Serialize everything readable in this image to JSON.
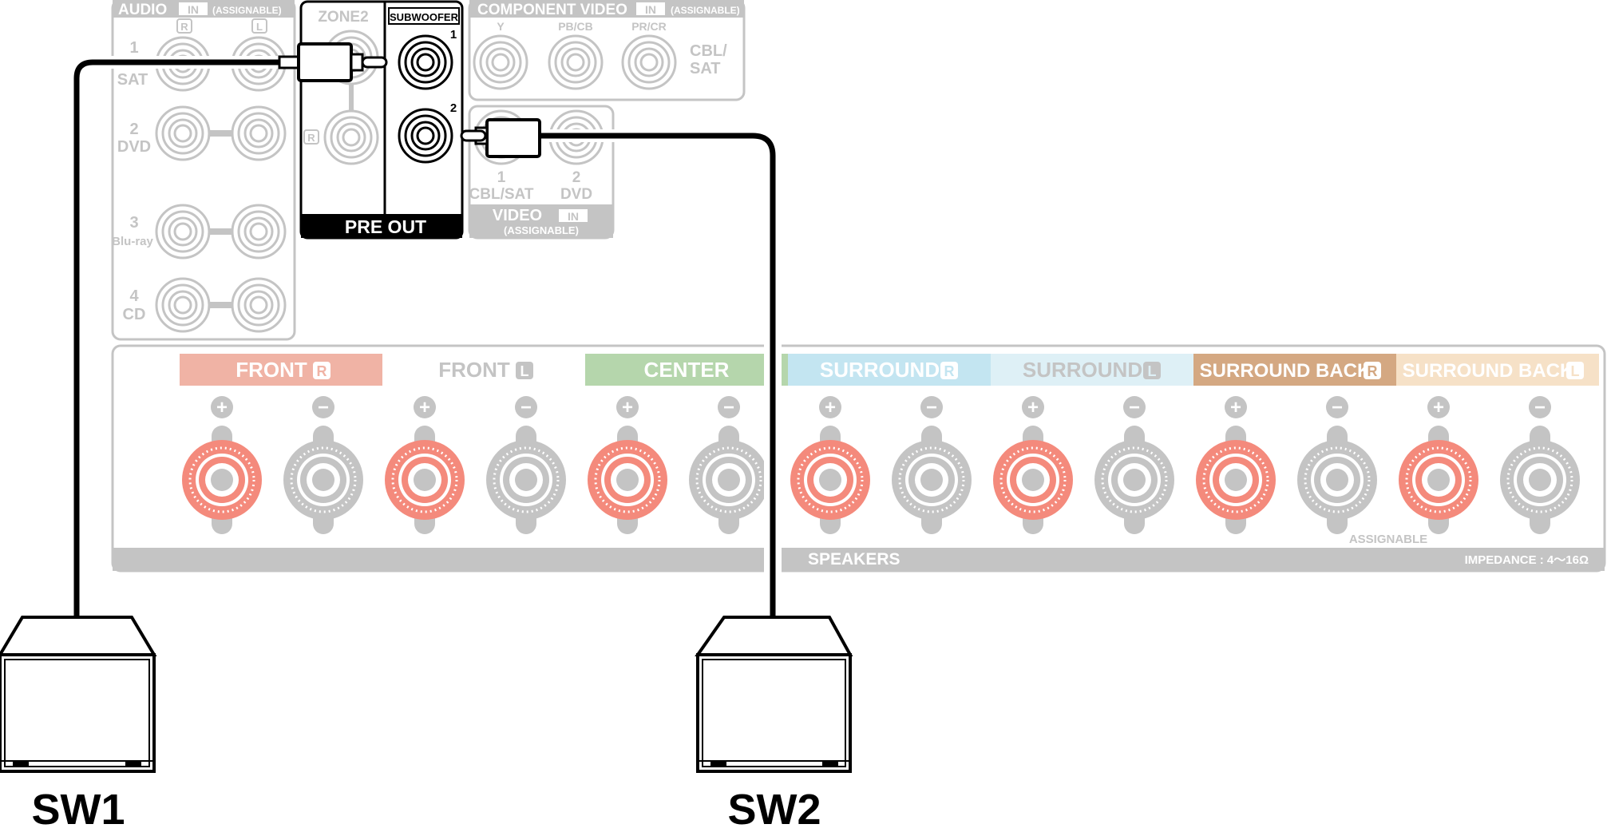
{
  "audio_in": {
    "title": "AUDIO",
    "in_badge": "IN",
    "assignable": "(ASSIGNABLE)",
    "col_r": "R",
    "col_l": "L",
    "rows": [
      {
        "num": "1",
        "name": "SAT"
      },
      {
        "num": "2",
        "name": "DVD"
      },
      {
        "num": "3",
        "name": "Blu-ray"
      },
      {
        "num": "4",
        "name": "CD"
      }
    ]
  },
  "pre_out": {
    "zone2": "ZONE2",
    "zone2_r": "R",
    "subwoofer": "SUBWOOFER",
    "sub_1": "1",
    "sub_2": "2",
    "title": "PRE OUT"
  },
  "component_video": {
    "title": "COMPONENT VIDEO",
    "in_badge": "IN",
    "assignable": "(ASSIGNABLE)",
    "y": "Y",
    "pb": "PB/CB",
    "pr": "PR/CR",
    "source_line1": "CBL/",
    "source_line2": "SAT"
  },
  "video_in": {
    "title": "VIDEO",
    "in_badge": "IN",
    "assignable": "(ASSIGNABLE)",
    "inputs": [
      {
        "num": "1",
        "name": "CBL/SAT"
      },
      {
        "num": "2",
        "name": "DVD"
      }
    ]
  },
  "speakers": {
    "labels": [
      {
        "text": "FRONT",
        "badge": "R",
        "bg": "#f0b3a5",
        "fg": "#ffffff"
      },
      {
        "text": "FRONT",
        "badge": "L",
        "bg": "#ffffff",
        "fg": "#c4c4c4"
      },
      {
        "text": "CENTER",
        "badge": "",
        "bg": "#b5d6ac",
        "fg": "#ffffff"
      },
      {
        "text": "SURROUND",
        "badge": "R",
        "bg": "#c3e5f1",
        "fg": "#ffffff"
      },
      {
        "text": "SURROUND",
        "badge": "L",
        "bg": "#def0f6",
        "fg": "#c4c4c4"
      },
      {
        "text": "SURROUND BACK",
        "badge": "R",
        "bg": "#d4a882",
        "fg": "#ffffff"
      },
      {
        "text": "SURROUND BACK",
        "badge": "L",
        "bg": "#f6e1c7",
        "fg": "#ffffff"
      }
    ],
    "plus": "+",
    "minus": "−",
    "assignable": "ASSIGNABLE",
    "footer": "SPEAKERS",
    "impedance": "IMPEDANCE : 4～16Ω"
  },
  "subwoofers": [
    {
      "label": "SW1"
    },
    {
      "label": "SW2"
    }
  ],
  "colors": {
    "panel_gray": "#c4c4c4",
    "terminal_red": "#f48a7c",
    "cable": "#000000"
  }
}
